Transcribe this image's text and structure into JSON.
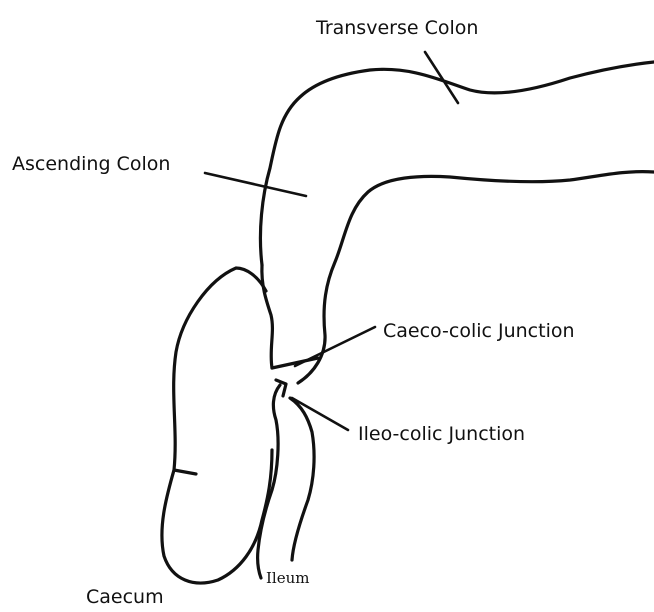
{
  "diagram": {
    "labels": {
      "transverse_colon": "Transverse Colon",
      "ascending_colon": "Ascending Colon",
      "caeco_colic_junction": "Caeco-colic Junction",
      "ileo_colic_junction": "Ileo-colic Junction",
      "caecum": "Caecum",
      "ileum": "Ileum"
    },
    "colors": {
      "line": "#111111",
      "background": "#ffffff"
    }
  }
}
